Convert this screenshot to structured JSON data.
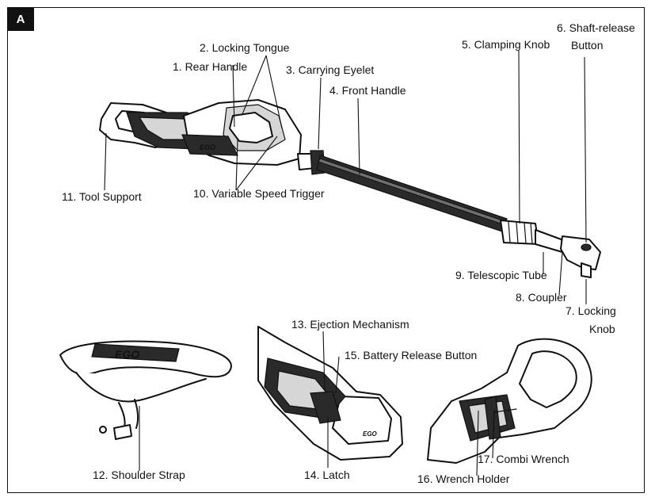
{
  "figure": {
    "badge": "A"
  },
  "labels": {
    "l1": "1. Rear Handle",
    "l2": "2. Locking Tongue",
    "l3": "3. Carrying Eyelet",
    "l4": "4. Front Handle",
    "l5": "5. Clamping Knob",
    "l6a": "6. Shaft-release",
    "l6b": "Button",
    "l7a": "7. Locking",
    "l7b": "Knob",
    "l8": "8. Coupler",
    "l9": "9. Telescopic Tube",
    "l10": "10. Variable Speed Trigger",
    "l11": "11. Tool Support",
    "l12": "12. Shoulder Strap",
    "l13": "13. Ejection Mechanism",
    "l14": "14. Latch",
    "l15": "15. Battery Release Button",
    "l16": "16. Wrench Holder",
    "l17": "17. Combi Wrench"
  },
  "logos": {
    "tool": "EGO",
    "strap": "EGO",
    "housing": "EGO"
  }
}
